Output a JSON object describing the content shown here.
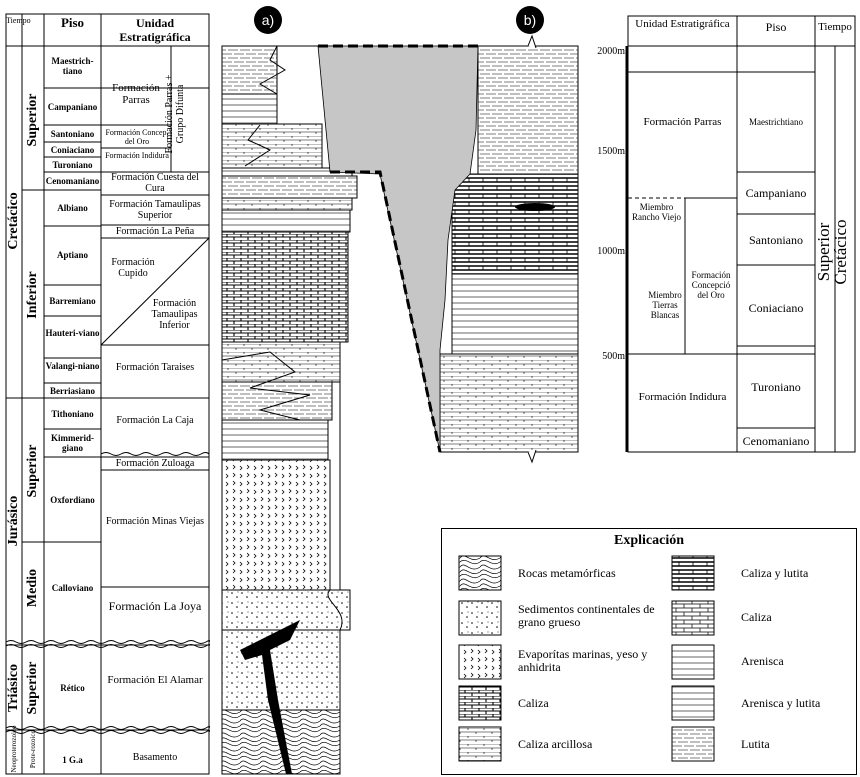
{
  "left_table": {
    "headers": {
      "tiempo": "Tiempo",
      "piso": "Piso",
      "unidad": "Unidad Estratigráfica"
    },
    "eras": [
      {
        "label": "Cretácico"
      },
      {
        "label": "Jurásico"
      },
      {
        "label": "Triásico"
      },
      {
        "label": "Neoproterozoico"
      }
    ],
    "epochs": [
      {
        "label": "Superior"
      },
      {
        "label": "Inferior"
      },
      {
        "label": "Superior"
      },
      {
        "label": "Medio"
      },
      {
        "label": "Superior"
      },
      {
        "label": "Prote-rozoico"
      }
    ],
    "pisos": [
      {
        "label": "Maestrich-tiano"
      },
      {
        "label": "Campaniano"
      },
      {
        "label": "Santoniano"
      },
      {
        "label": "Coniaciano"
      },
      {
        "label": "Turoniano"
      },
      {
        "label": "Cenomaniano"
      },
      {
        "label": "Albiano"
      },
      {
        "label": "Aptiano"
      },
      {
        "label": "Barremiano"
      },
      {
        "label": "Hauteri-viano"
      },
      {
        "label": "Valangi-niano"
      },
      {
        "label": "Berriasiano"
      },
      {
        "label": "Tithoniano"
      },
      {
        "label": "Kimmerid-giano"
      },
      {
        "label": "Oxfordiano"
      },
      {
        "label": "Calloviano"
      },
      {
        "label": "Rético"
      },
      {
        "label": "1 G.a"
      }
    ],
    "unidades": {
      "parras": "Formación Parras",
      "parras_grupo": "Formación Parras + Grupo Difunta",
      "concepcion": "Formación Concep. del Oro",
      "indidura": "Formación Indidura",
      "cuesta": "Formación Cuesta del Cura",
      "tamaulipas_sup": "Formación Tamaulipas Superior",
      "la_pena": "Formación La Peña",
      "cupido": "Formación Cupido",
      "tamaulipas_inf": "Formación Tamaulipas Inferior",
      "taraises": "Formación Taraises",
      "la_caja": "Formación La Caja",
      "zuloaga": "Formación Zuloaga",
      "minas_viejas": "Formación Minas Viejas",
      "la_joya": "Formación La Joya",
      "el_alamar": "Formación El Alamar",
      "basamento": "Basamento"
    }
  },
  "column_labels": {
    "a": "a)",
    "b": "b)"
  },
  "scale": {
    "ticks": [
      "2000m",
      "1500m",
      "1000m",
      "500m"
    ]
  },
  "right_table": {
    "headers": {
      "unidad": "Unidad Estratigráfica",
      "piso": "Piso",
      "tiempo": "Tiempo"
    },
    "era": "Cretácico",
    "epoch": "Superior",
    "units": {
      "parras": "Formación Parras",
      "rancho_viejo": "Miembro Rancho Viejo",
      "tierras_blancas": "Miembro Tierras Blancas",
      "concepcion": "Formación Concepció del Oro",
      "indidura": "Formación Indidura"
    },
    "pisos": [
      "Maestrichtiano",
      "Campaniano",
      "Santoniano",
      "Coniaciano",
      "Turoniano",
      "Cenomaniano"
    ]
  },
  "legend": {
    "title": "Explicación",
    "items": [
      {
        "label": "Rocas metamórficas",
        "icon": "metamorphic-pattern"
      },
      {
        "label": "Sedimentos continentales de grano grueso",
        "icon": "coarse-sediment-pattern"
      },
      {
        "label": "Evaporítas marinas, yeso y anhidrita",
        "icon": "evaporite-pattern"
      },
      {
        "label": "Caliza",
        "icon": "limestone-pattern"
      },
      {
        "label": "Caliza arcillosa",
        "icon": "clay-limestone-pattern"
      },
      {
        "label": "Caliza y lutita",
        "icon": "limestone-shale-pattern"
      },
      {
        "label": "Caliza",
        "icon": "limestone-pattern-alt"
      },
      {
        "label": "Arenisca",
        "icon": "sandstone-pattern"
      },
      {
        "label": "Arenisca y lutita",
        "icon": "sandstone-shale-pattern"
      },
      {
        "label": "Lutita",
        "icon": "shale-pattern"
      }
    ]
  }
}
